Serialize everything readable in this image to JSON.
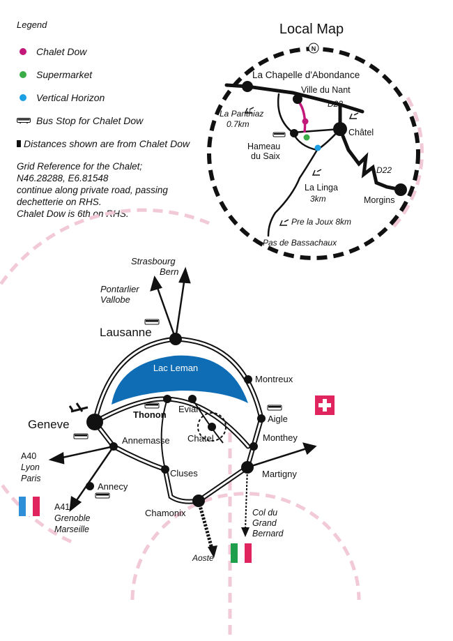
{
  "legend": {
    "title": "Legend",
    "items": [
      {
        "label": "Chalet Dow",
        "color": "#c2187a"
      },
      {
        "label": "Supermarket",
        "color": "#3aad48"
      },
      {
        "label": "Vertical Horizon",
        "color": "#1ca0e3"
      },
      {
        "label": "Bus Stop for Chalet Dow"
      },
      {
        "label": "Distances shown are from Chalet Dow"
      }
    ],
    "grid_lines": [
      "Grid Reference for the Chalet;",
      "N46.28288, E6.81548",
      "continue along private road, passing",
      "dechetterie on RHS.",
      "Chalet Dow is 6th on RHS."
    ]
  },
  "local_map": {
    "title": "Local Map",
    "north": "N",
    "places": {
      "chapelle": "La Chapelle d'Abondance",
      "nant": "Ville du Nant",
      "d22a": "D22",
      "panthiaz": "La Panthiaz",
      "panthiaz_km": "0.7km",
      "chatel": "Châtel",
      "hameau1": "Hameau",
      "hameau2": "du Saix",
      "linga": "La Linga",
      "linga_km": "3km",
      "d22b": "D22",
      "morgins": "Morgins",
      "prelajoux": "Pre la Joux 8km",
      "bassachaux": "Pas de Bassachaux"
    }
  },
  "region": {
    "lake": "Lac Leman",
    "cities": {
      "strasbourg": "Strasbourg",
      "bern": "Bern",
      "pontarlier": "Pontarlier",
      "vallobe": "Vallobe",
      "lausanne": "Lausanne",
      "montreux": "Montreux",
      "aigle": "Aigle",
      "monthey": "Monthey",
      "martigny": "Martigny",
      "geneve": "Geneve",
      "thonon": "Thonon",
      "evian": "Evian",
      "annemasse": "Annemasse",
      "chatel": "Chatel",
      "cluses": "Cluses",
      "annecy": "Annecy",
      "chamonix": "Chamonix",
      "aoste": "Aoste",
      "col1": "Col du",
      "col2": "Grand",
      "col3": "Bernard",
      "a40": "A40",
      "lyon": "Lyon",
      "paris": "Paris",
      "a41": "A41",
      "grenoble": "Grenoble",
      "marseille": "Marseille"
    }
  },
  "colors": {
    "road": "#111111",
    "lake": "#0f6db5",
    "zone": "#f2c9d7",
    "swiss_red": "#e0245e",
    "french_blue": "#2e8fd8",
    "french_red": "#e0245e",
    "italian_green": "#1f9e4b",
    "italian_red": "#e0245e"
  }
}
